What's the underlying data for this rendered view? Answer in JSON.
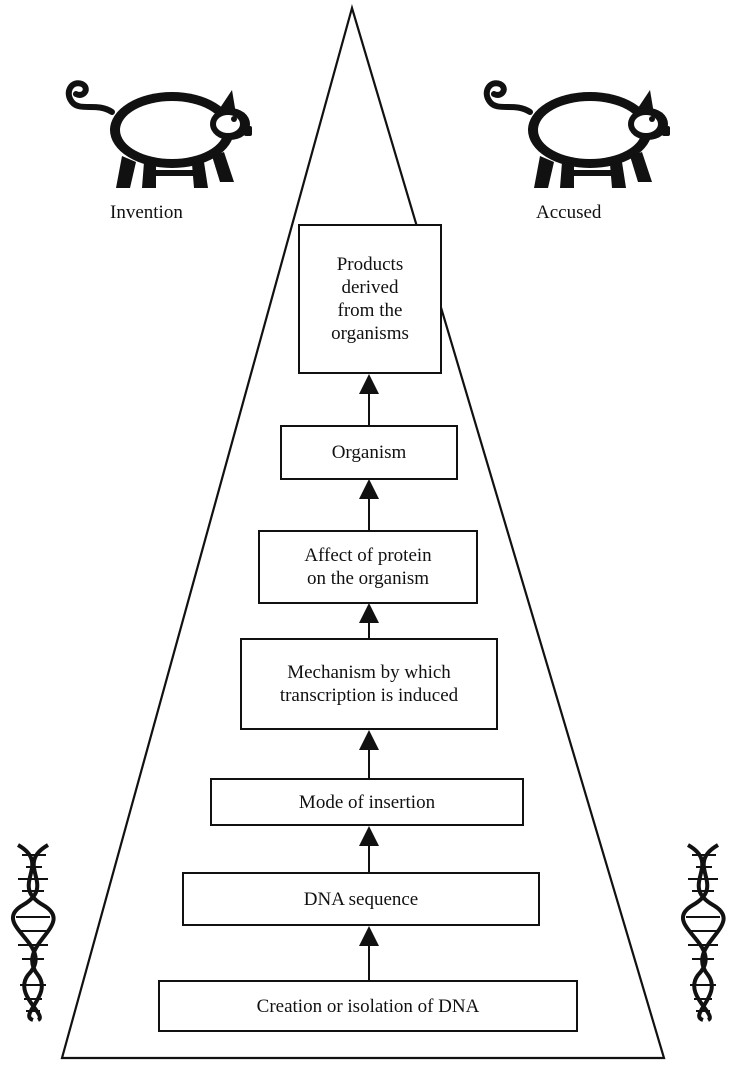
{
  "labels": {
    "invention": "Invention",
    "accused": "Accused"
  },
  "icons": {
    "left_animal": "pig-icon",
    "right_animal": "pig-icon",
    "left_helix": "dna-helix-icon",
    "right_helix": "dna-helix-icon"
  },
  "steps": [
    {
      "id": "products",
      "label": "Products\nderived\nfrom the\norganisms"
    },
    {
      "id": "organism",
      "label": "Organism"
    },
    {
      "id": "affect",
      "label": "Affect of protein\non  the organism"
    },
    {
      "id": "mechanism",
      "label": "Mechanism by which\ntranscription is induced"
    },
    {
      "id": "insertion",
      "label": "Mode of insertion"
    },
    {
      "id": "dna-sequence",
      "label": "DNA sequence"
    },
    {
      "id": "creation",
      "label": "Creation or isolation of DNA"
    }
  ]
}
